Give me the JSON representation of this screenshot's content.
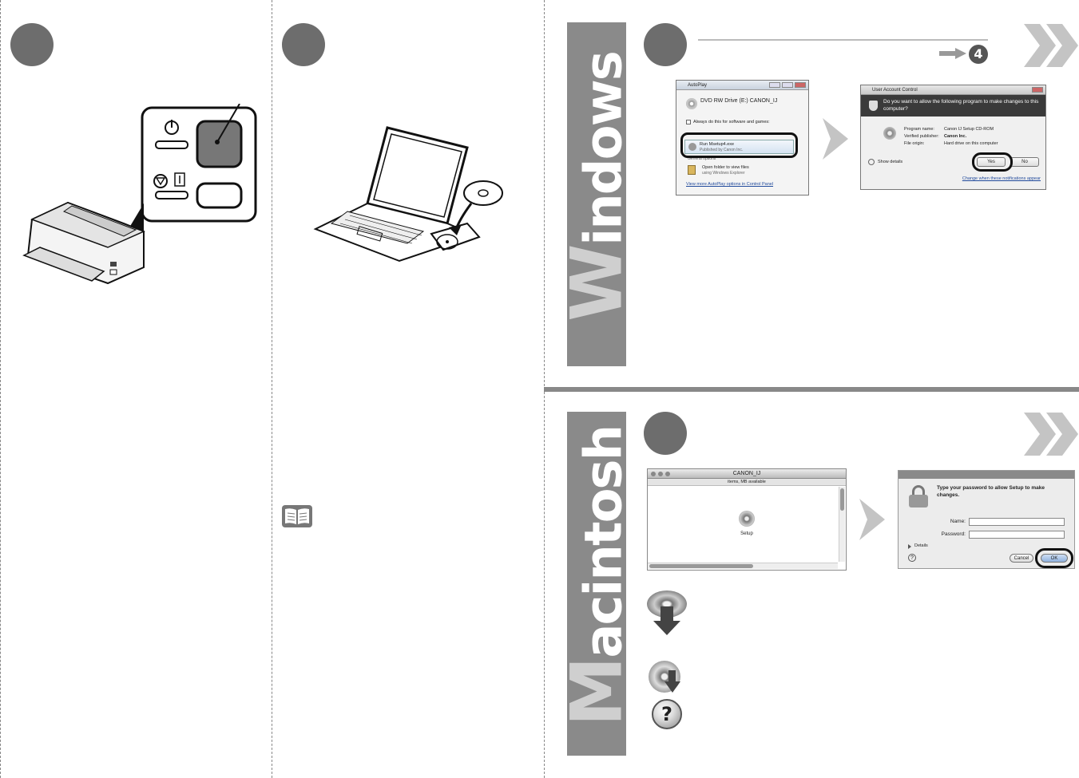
{
  "windows": {
    "label_cap": "W",
    "label_rest": "indows",
    "step_badge": "4",
    "autoplay": {
      "title": "AutoPlay",
      "drive": "DVD RW Drive (E:) CANON_IJ",
      "always": "Always do this for software and games:",
      "run_main": "Run Msetup4.exe",
      "run_sub": "Published by Canon Inc.",
      "general": "General options",
      "open_main": "Open folder to view files",
      "open_sub": "using Windows Explorer",
      "more": "View more AutoPlay options in Control Panel"
    },
    "uac": {
      "title": "User Account Control",
      "question": "Do you want to allow the following program to make changes to this computer?",
      "prog_label": "Program name:",
      "prog_value": "Canon IJ Setup CD-ROM",
      "pub_label": "Verified publisher:",
      "pub_value": "Canon Inc.",
      "origin_label": "File origin:",
      "origin_value": "Hard drive on this computer",
      "details": "Show details",
      "yes": "Yes",
      "no": "No",
      "change": "Change when these notifications appear"
    }
  },
  "mac": {
    "label_cap": "M",
    "label_rest": "acintosh",
    "finder": {
      "title": "CANON_IJ",
      "status": "items,        MB available",
      "setup": "Setup"
    },
    "auth": {
      "prompt": "Type your password to allow Setup to make changes.",
      "name_label": "Name:",
      "password_label": "Password:",
      "details": "Details",
      "cancel": "Cancel",
      "ok": "OK"
    },
    "help_glyph": "?"
  },
  "colors": {
    "band": "#8a8a8a",
    "circle": "#6d6d6d",
    "chevron": "#c4c4c4"
  }
}
